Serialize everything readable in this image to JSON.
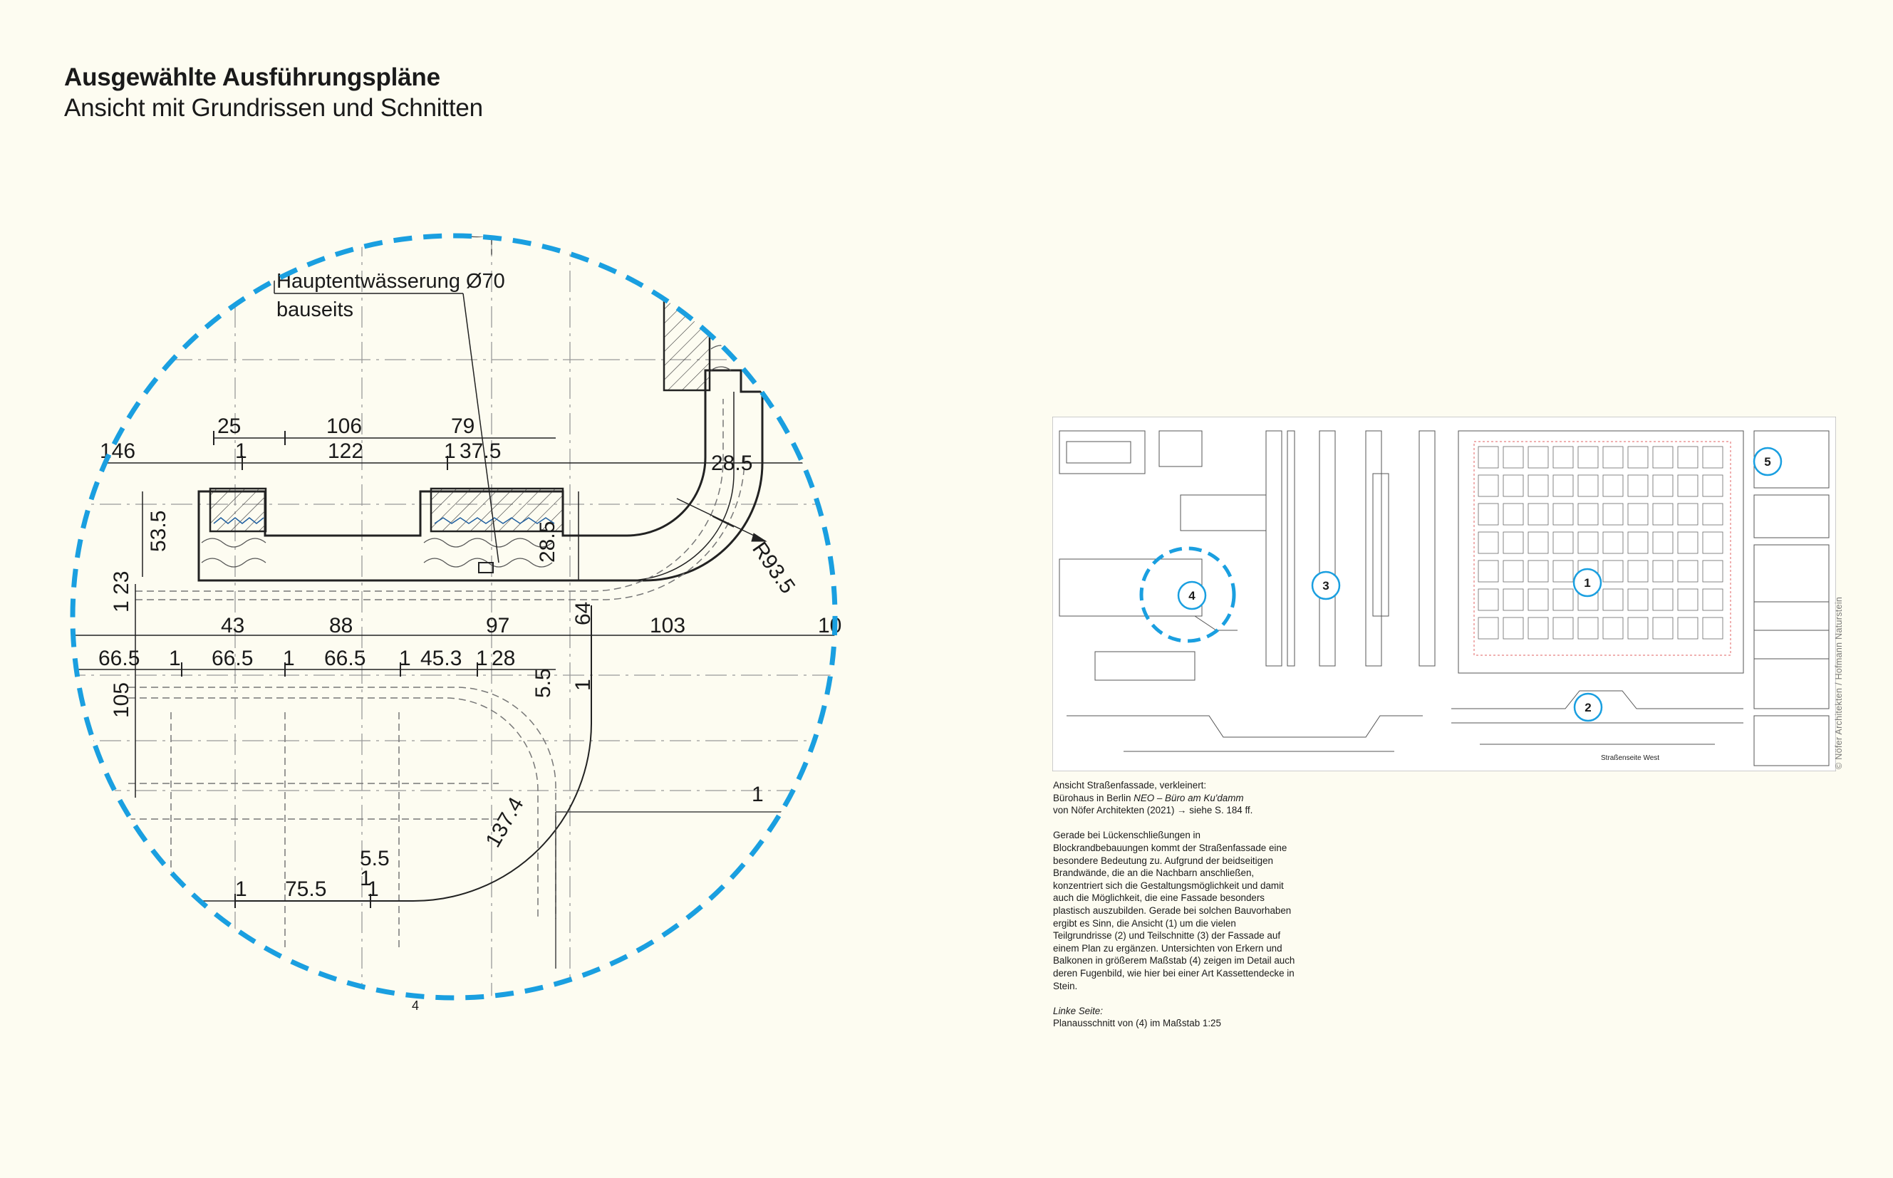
{
  "heading": {
    "title": "Ausgewählte Ausführungspläne",
    "subtitle": "Ansicht mit Grundrissen und Schnitten"
  },
  "detail_drawing": {
    "annotation_line1": "Hauptentwässerung Ø70",
    "annotation_line2": "bauseits",
    "dimensions": {
      "top_row": [
        "25",
        "106",
        "79"
      ],
      "second_row": [
        "146",
        "1",
        "122",
        "1",
        "37.5",
        "28.5"
      ],
      "left_vertical": "53.5",
      "center_vertical": "28.5",
      "radius_label": "R93.5",
      "left_vertical_2": "1 23",
      "row3": [
        "43",
        "88",
        "97",
        "64",
        "103",
        "10"
      ],
      "row4": [
        "66.5",
        "1",
        "66.5",
        "1",
        "66.5",
        "1",
        "45.3",
        "1",
        "28"
      ],
      "right_small": [
        "5.5",
        "1"
      ],
      "left_vertical_3": "105",
      "arc_label": "137.4",
      "bottom_small": [
        "5.5",
        "1"
      ],
      "bottom_row": [
        "1",
        "75.5",
        "1"
      ],
      "right_edge": "1",
      "bottom_edge": "4"
    },
    "accent_color": "#1a9fe0"
  },
  "overview_plan": {
    "markers": [
      "1",
      "2",
      "3",
      "4",
      "5"
    ],
    "bottom_label": "Straßenseite West",
    "accent_color": "#1a9fe0"
  },
  "caption": {
    "lines_intro": [
      "Ansicht Straßenfassade, verkleinert:",
      "Bürohaus in Berlin",
      "NEO – Büro am Ku'damm",
      "von Nöfer Architekten (2021) → siehe S. 184 ff."
    ],
    "body": "Gerade bei Lückenschließungen in Blockrandbebauungen kommt der Straßenfassade eine besondere Bedeutung zu. Aufgrund der beidseitigen Brandwände, die an die Nachbarn anschließen, konzentriert sich die Gestaltungsmöglichkeit und damit auch die Möglichkeit, die eine Fassade besonders plastisch auszubilden. Gerade bei solchen Bauvorhaben ergibt es Sinn, die Ansicht (1) um die vielen Teilgrundrisse (2) und Teilschnitte (3) der Fassade auf einem Plan zu ergänzen. Untersichten von Erkern und Balkonen in größerem Maßstab (4) zeigen im Detail auch deren Fugenbild, wie hier bei einer Art Kassettendecke in Stein.",
    "left_page_label": "Linke Seite:",
    "left_page_text": "Planausschnitt von (4) im Maßstab 1:25"
  },
  "credit": "© Nöfer Architekten / Hofmann Naturstein"
}
